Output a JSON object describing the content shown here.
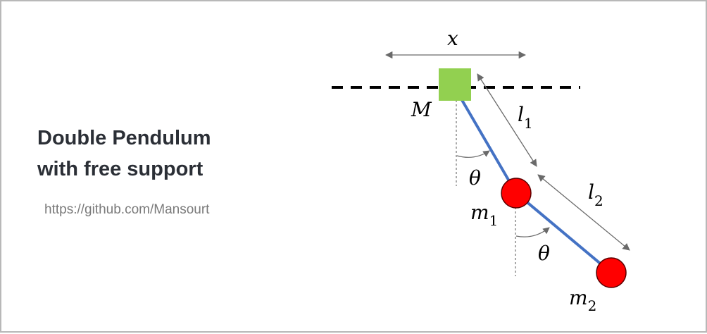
{
  "title": {
    "line1": "Double Pendulum",
    "line2": "with free support"
  },
  "link": "https://github.com/Mansourt",
  "labels": {
    "x": "x",
    "M": "M",
    "l": "l",
    "l1_sub": "1",
    "l2_sub": "2",
    "theta": "θ",
    "m": "m",
    "m1_sub": "1",
    "m2_sub": "2"
  },
  "colors": {
    "cart": "#92d050",
    "rod": "#4472c4",
    "mass": "#ff0000",
    "text": "#2b2f36",
    "link": "#7a7a7a"
  }
}
